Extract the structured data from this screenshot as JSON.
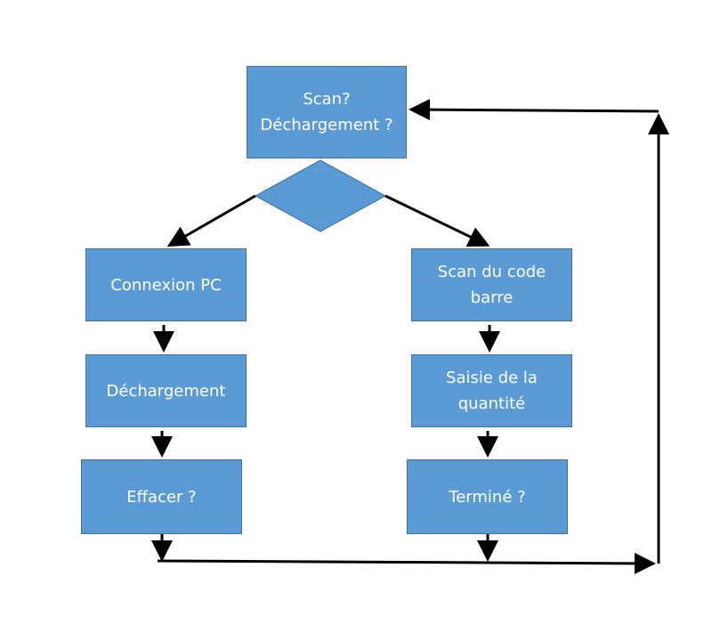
{
  "colors": {
    "box_fill": "#5b9bd5",
    "box_border": "#41719c",
    "arrow": "#000000",
    "text": "#ffffff"
  },
  "nodes": {
    "scan_decharge": "Scan?\nDéchargement ?",
    "connexion_pc": "Connexion PC",
    "dechargement": "Déchargement",
    "effacer": "Effacer ?",
    "scan_code_barre": "Scan du code\nbarre",
    "saisie_quantite": "Saisie de la\nquantité",
    "termine": "Terminé ?"
  }
}
